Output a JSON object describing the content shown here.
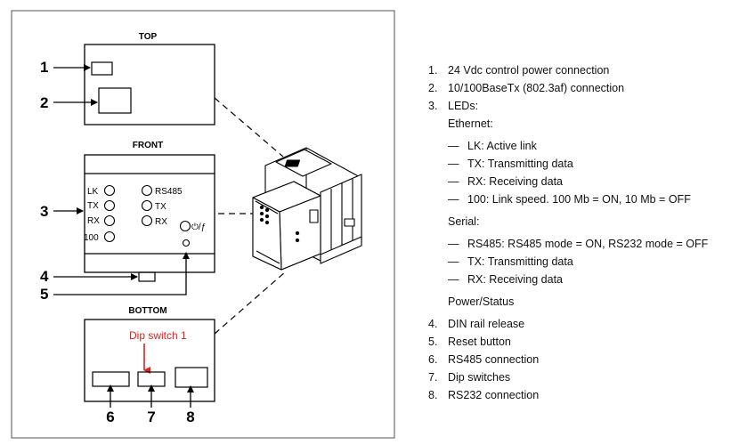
{
  "diagram": {
    "top_title": "TOP",
    "front_title": "FRONT",
    "bottom_title": "BOTTOM",
    "dip_label": "Dip switch 1",
    "callouts": [
      "1",
      "2",
      "3",
      "4",
      "5",
      "6",
      "7",
      "8"
    ],
    "led_left": [
      "LK",
      "TX",
      "RX",
      "100"
    ],
    "led_right": [
      "RS485",
      "TX",
      "RX"
    ],
    "power_symbol": "⏻/ƒ",
    "colors": {
      "line": "#000000",
      "dip_red": "#e0201c",
      "frame": "#555555"
    }
  },
  "legend": {
    "items": [
      {
        "num": "1.",
        "text": "24 Vdc control power connection"
      },
      {
        "num": "2.",
        "text": "10/100BaseTx (802.3af) connection"
      },
      {
        "num": "3.",
        "text": "LEDs:"
      }
    ],
    "ethernet_header": "Ethernet:",
    "ethernet": [
      {
        "dash": "—",
        "text": "LK: Active link"
      },
      {
        "dash": "—",
        "text": "TX: Transmitting data"
      },
      {
        "dash": "—",
        "text": "RX: Receiving data"
      },
      {
        "dash": "—",
        "text": "100: Link speed. 100 Mb = ON, 10 Mb  = OFF"
      }
    ],
    "serial_header": "Serial:",
    "serial": [
      {
        "dash": "—",
        "text": "RS485: RS485 mode = ON, RS232 mode = OFF"
      },
      {
        "dash": "—",
        "text": "TX: Transmitting data"
      },
      {
        "dash": "—",
        "text": "RX: Receiving data"
      }
    ],
    "power_header": "Power/Status",
    "items2": [
      {
        "num": "4.",
        "text": "DIN rail release"
      },
      {
        "num": "5.",
        "text": "Reset button"
      },
      {
        "num": "6.",
        "text": "RS485 connection"
      },
      {
        "num": "7.",
        "text": "Dip switches"
      },
      {
        "num": "8.",
        "text": "RS232 connection"
      }
    ]
  }
}
